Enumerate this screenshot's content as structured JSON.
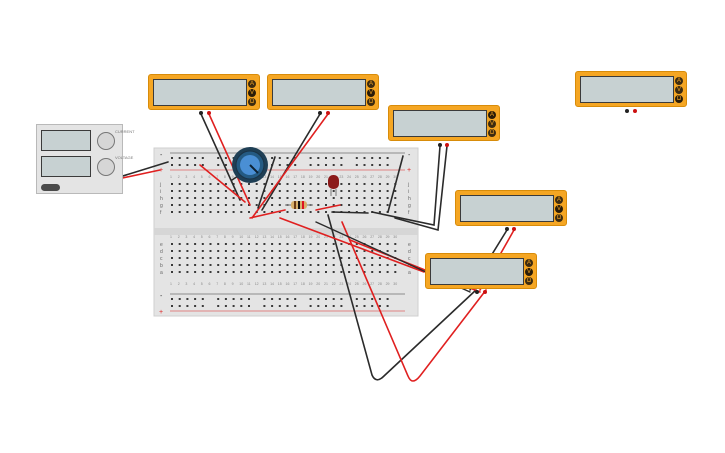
{
  "app": {
    "title": ""
  },
  "multimeters": [
    {
      "id": "meter-1",
      "buttons": [
        "A",
        "V",
        "Ω"
      ],
      "active": 1
    },
    {
      "id": "meter-2",
      "buttons": [
        "A",
        "V",
        "Ω"
      ],
      "active": 1
    },
    {
      "id": "meter-3",
      "buttons": [
        "A",
        "V",
        "Ω"
      ],
      "active": 0
    },
    {
      "id": "meter-4",
      "buttons": [
        "A",
        "V",
        "Ω"
      ],
      "active": 1
    },
    {
      "id": "meter-5",
      "buttons": [
        "A",
        "V",
        "Ω"
      ],
      "active": 1
    },
    {
      "id": "meter-6",
      "buttons": [
        "A",
        "V",
        "Ω"
      ],
      "active": 2
    }
  ],
  "power_supply": {
    "label_top": "CURRENT",
    "label_bottom": "VOLTAGE"
  },
  "breadboard": {
    "row_letters_top": [
      "j",
      "i",
      "h",
      "g",
      "f"
    ],
    "row_letters_bottom": [
      "e",
      "d",
      "c",
      "b",
      "a"
    ],
    "rail_plus": "+",
    "rail_minus": "-",
    "columns": [
      "1",
      "2",
      "3",
      "4",
      "5",
      "6",
      "7",
      "8",
      "9",
      "10",
      "11",
      "12",
      "13",
      "14",
      "15",
      "16",
      "17",
      "18",
      "19",
      "20",
      "21",
      "22",
      "23",
      "24",
      "25",
      "26",
      "27",
      "28",
      "29",
      "30"
    ]
  },
  "components": {
    "potentiometer": "potentiometer",
    "resistor": "resistor",
    "led": "led"
  },
  "colors": {
    "meter_body": "#f5a623",
    "wire_red": "#e02020",
    "wire_black": "#2b2b2b",
    "led": "#8b1a1a",
    "pot_knob": "#4a8fd4",
    "breadboard": "#e4e4e4"
  }
}
